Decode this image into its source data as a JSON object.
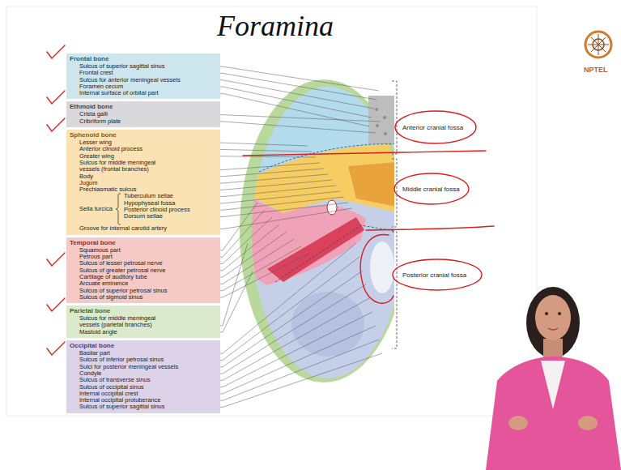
{
  "diagram": {
    "title": "Foramina",
    "nodes": [
      {
        "text": [
          "Frontal bone",
          "Sulcus of superior sagittal sinus",
          "Frontal crest",
          "Sulcus for anterior meningeal vessels",
          "Foramen cecum",
          "Internal surface of orbital part"
        ]
      },
      {
        "text": [
          "Ethmoid bone",
          "Crista galli",
          "Cribriform plate"
        ]
      },
      {
        "text": [
          "Sphenoid bone",
          "Lesser wing",
          "Anterior clinoid process",
          "Greater wing",
          "Sulcus for middle meningeal vessels (frontal branches)",
          "Body",
          "Jugum",
          "Prechiasmatic sulcus",
          "Sella turcica",
          "Tuberculum sellae",
          "Hypophyseal fossa",
          "Posterior clinoid process",
          "Dorsum sellae",
          "Groove for internal carotid artery"
        ]
      },
      {
        "text": [
          "Temporal bone",
          "Squamous part",
          "Petrous part",
          "Sulcus of lesser petrosal nerve",
          "Sulcus of greater petrosal nerve",
          "Cartilage of auditory tube",
          "Arcuate eminence",
          "Sulcus of superior petrosal sinus",
          "Sulcus of sigmoid sinus"
        ]
      },
      {
        "text": [
          "Parietal bone",
          "Sulcus for middle meningeal vessels (parietal branches)",
          "Mastoid angle"
        ]
      },
      {
        "text": [
          "Occipital bone",
          "Basilar part",
          "Sulcus of inferior petrosal sinus",
          "Sulci for posterior meningeal vessels",
          "Condyle",
          "Sulcus of transverse sinus",
          "Sulcus of occipital sinus",
          "Internal occipital crest",
          "Internal occipital protuberance",
          "Sulcus of superior sagittal sinus"
        ]
      }
    ],
    "labels": [
      "Anterior cranial fossa",
      "Middle cranial fossa",
      "Posterior cranial fossa",
      "NPTEL"
    ]
  }
}
